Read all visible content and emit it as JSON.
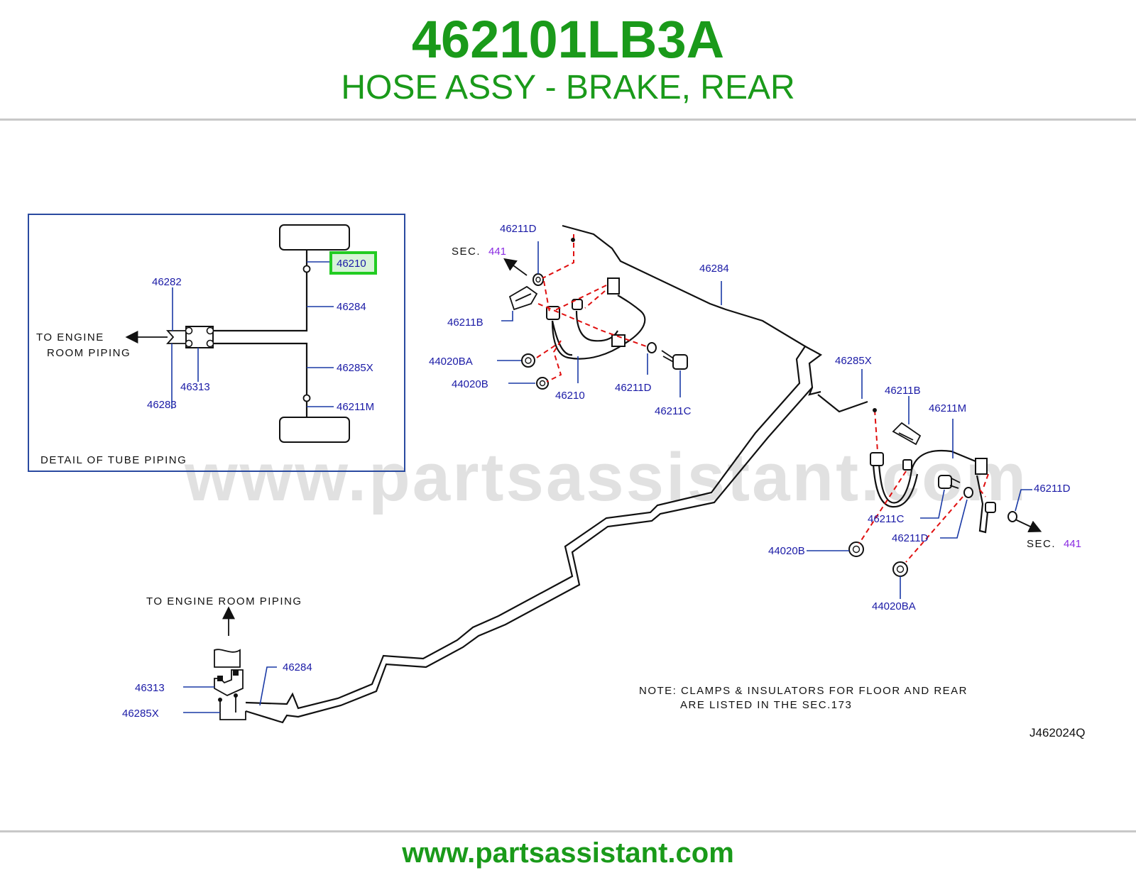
{
  "header": {
    "part_number": "462101LB3A",
    "description": "HOSE ASSY - BRAKE, REAR"
  },
  "footer": {
    "url": "www.partsassistant.com"
  },
  "watermark": "www.partsassistant.com",
  "colors": {
    "title_green": "#1a9a1a",
    "label_blue": "#1a1aa6",
    "sec_purple": "#8a2be2",
    "dash_red": "#e01010",
    "highlight_green": "#22cc22"
  },
  "detail": {
    "caption": "DETAIL  OF  TUBE  PIPING",
    "to_engine_1": "TO  ENGINE",
    "to_engine_2": "ROOM  PIPING",
    "labels": {
      "p46210": "46210",
      "p46284": "46284",
      "p46282": "46282",
      "p46285X": "46285X",
      "p46313": "46313",
      "p46283": "46283",
      "p46211M": "46211M"
    }
  },
  "main": {
    "sec_text": "SEC.",
    "sec_num": "441",
    "labels": {
      "l46211D_a": "46211D",
      "l46211B_a": "46211B",
      "l44020BA_a": "44020BA",
      "l44020B_a": "44020B",
      "l46210": "46210",
      "l46211D_b": "46211D",
      "l46211C_a": "46211C",
      "l46284_top": "46284",
      "l46285X_top": "46285X",
      "l46211B_b": "46211B",
      "l46211M": "46211M",
      "l46211D_c": "46211D",
      "l46211C_b": "46211C",
      "l46211D_d": "46211D",
      "l44020B_b": "44020B",
      "l44020BA_b": "44020BA",
      "l46313": "46313",
      "l46285X_bot": "46285X",
      "l46284_bot": "46284"
    },
    "to_engine_room": "TO  ENGINE  ROOM  PIPING",
    "note_1": "NOTE:  CLAMPS  &  INSULATORS  FOR  FLOOR  AND  REAR",
    "note_2": "ARE  LISTED  IN  THE  SEC.173",
    "diagram_code": "J462024Q"
  }
}
